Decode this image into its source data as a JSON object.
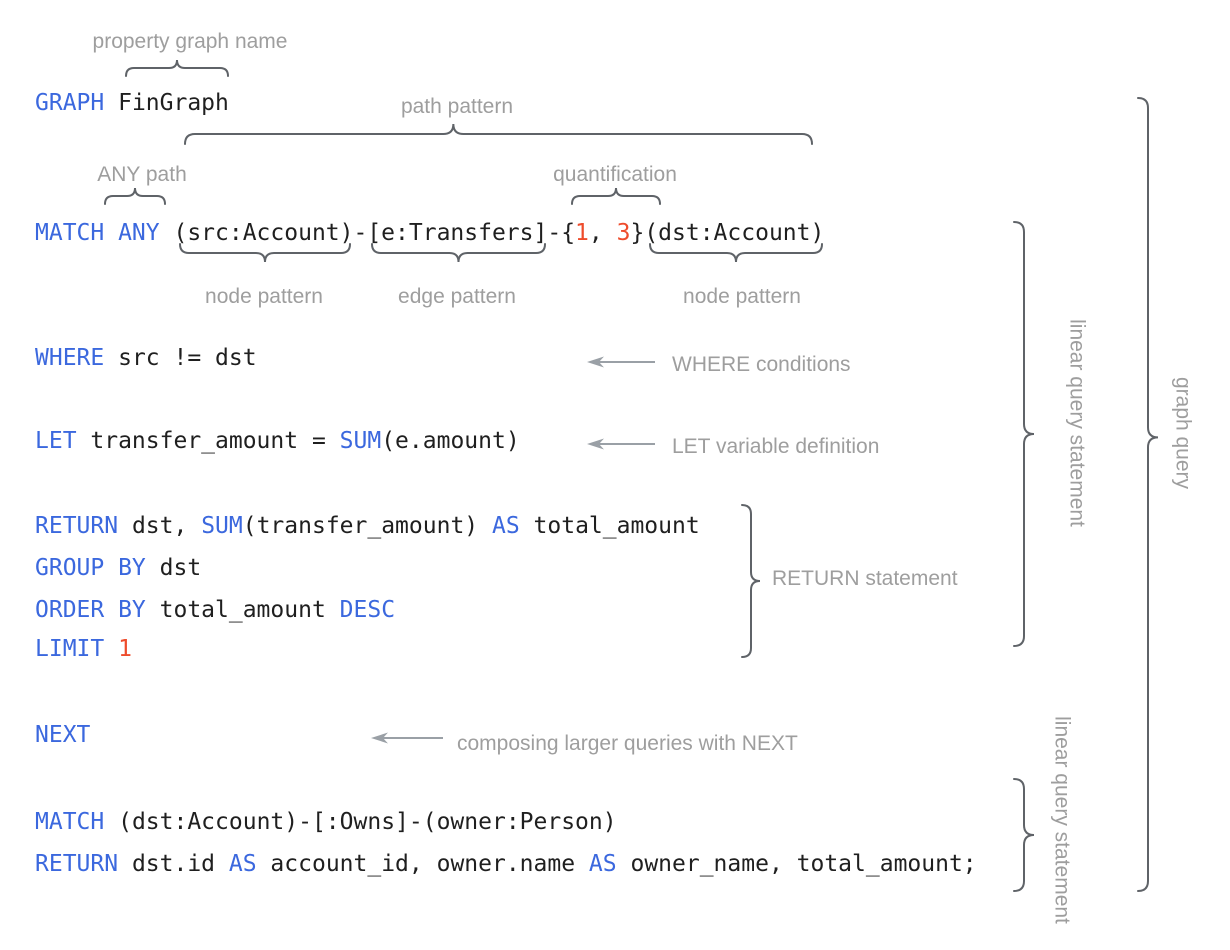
{
  "colors": {
    "bg": "#ffffff",
    "code": "#1f1f1f",
    "keyword": "#3b68de",
    "number": "#ee4c2c",
    "label": "#9e9e9e",
    "brace": "#5f6368",
    "arrow": "#9aa0a6"
  },
  "annotations": {
    "property_graph_name": "property graph name",
    "path_pattern": "path pattern",
    "any_path": "ANY path",
    "quantification": "quantification",
    "node_pattern_1": "node pattern",
    "edge_pattern": "edge pattern",
    "node_pattern_2": "node pattern",
    "where_conditions": "WHERE conditions",
    "let_variable": "LET variable definition",
    "return_statement": "RETURN statement",
    "next_compose": "composing larger queries with NEXT",
    "linear_query_1": "linear query statement",
    "linear_query_2": "linear query statement",
    "graph_query": "graph query"
  },
  "code": {
    "graph_line": [
      {
        "text": "GRAPH",
        "style": "kw"
      },
      {
        "text": " FinGraph",
        "style": "pl"
      }
    ],
    "match_line": [
      {
        "text": "MATCH ANY",
        "style": "kw"
      },
      {
        "text": " (src:Account)-[e:Transfers]-{",
        "style": "pl"
      },
      {
        "text": "1",
        "style": "num"
      },
      {
        "text": ", ",
        "style": "pl"
      },
      {
        "text": "3",
        "style": "num"
      },
      {
        "text": "}(dst:Account)",
        "style": "pl"
      }
    ],
    "where_line": [
      {
        "text": "WHERE",
        "style": "kw"
      },
      {
        "text": " src != dst",
        "style": "pl"
      }
    ],
    "let_line": [
      {
        "text": "LET",
        "style": "kw"
      },
      {
        "text": " transfer_amount = ",
        "style": "pl"
      },
      {
        "text": "SUM",
        "style": "kw"
      },
      {
        "text": "(e.amount)",
        "style": "pl"
      }
    ],
    "return_line": [
      {
        "text": "RETURN",
        "style": "kw"
      },
      {
        "text": " dst, ",
        "style": "pl"
      },
      {
        "text": "SUM",
        "style": "kw"
      },
      {
        "text": "(transfer_amount) ",
        "style": "pl"
      },
      {
        "text": "AS",
        "style": "kw"
      },
      {
        "text": " total_amount",
        "style": "pl"
      }
    ],
    "group_line": [
      {
        "text": "GROUP BY",
        "style": "kw"
      },
      {
        "text": " dst",
        "style": "pl"
      }
    ],
    "order_line": [
      {
        "text": "ORDER BY",
        "style": "kw"
      },
      {
        "text": " total_amount ",
        "style": "pl"
      },
      {
        "text": "DESC",
        "style": "kw"
      }
    ],
    "limit_line": [
      {
        "text": "LIMIT",
        "style": "kw"
      },
      {
        "text": " ",
        "style": "pl"
      },
      {
        "text": "1",
        "style": "num"
      }
    ],
    "next_line": [
      {
        "text": "NEXT",
        "style": "kw"
      }
    ],
    "match2_line": [
      {
        "text": "MATCH",
        "style": "kw"
      },
      {
        "text": " (dst:Account)-[:Owns]-(owner:Person)",
        "style": "pl"
      }
    ],
    "return2_line": [
      {
        "text": "RETURN",
        "style": "kw"
      },
      {
        "text": " dst.id ",
        "style": "pl"
      },
      {
        "text": "AS",
        "style": "kw"
      },
      {
        "text": " account_id, owner.name ",
        "style": "pl"
      },
      {
        "text": "AS",
        "style": "kw"
      },
      {
        "text": " owner_name, total_amount;",
        "style": "pl"
      }
    ]
  }
}
